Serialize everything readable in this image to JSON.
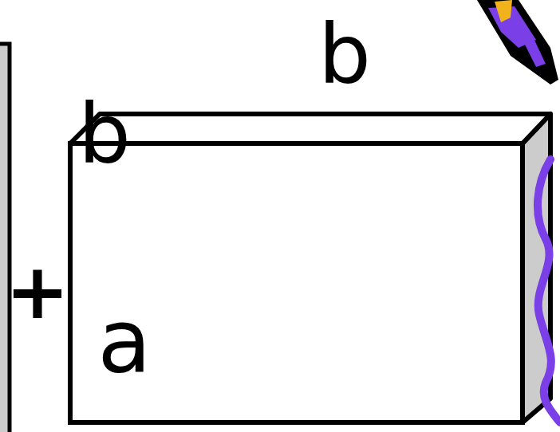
{
  "diagram": {
    "labels": [
      "b",
      "b",
      "+",
      "a"
    ]
  }
}
